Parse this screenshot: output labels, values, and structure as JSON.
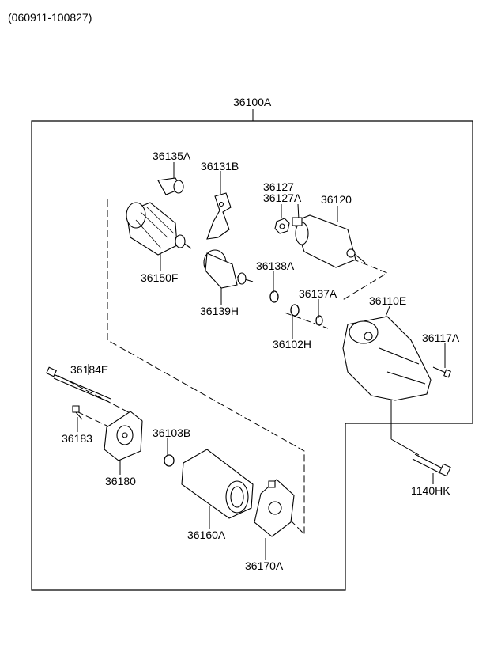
{
  "header": {
    "date_range": "(060911-100827)"
  },
  "assembly": {
    "label": "36100A"
  },
  "parts": [
    {
      "id": "p36135A",
      "label": "36135A"
    },
    {
      "id": "p36131B",
      "label": "36131B"
    },
    {
      "id": "p36127",
      "label": "36127"
    },
    {
      "id": "p36127A",
      "label": "36127A"
    },
    {
      "id": "p36120",
      "label": "36120"
    },
    {
      "id": "p36150F",
      "label": "36150F"
    },
    {
      "id": "p36138A",
      "label": "36138A"
    },
    {
      "id": "p36137A",
      "label": "36137A"
    },
    {
      "id": "p36110E",
      "label": "36110E"
    },
    {
      "id": "p36139H",
      "label": "36139H"
    },
    {
      "id": "p36102H",
      "label": "36102H"
    },
    {
      "id": "p36117A",
      "label": "36117A"
    },
    {
      "id": "p36184E",
      "label": "36184E"
    },
    {
      "id": "p36183",
      "label": "36183"
    },
    {
      "id": "p36103B",
      "label": "36103B"
    },
    {
      "id": "p36180",
      "label": "36180"
    },
    {
      "id": "p1140HK",
      "label": "1140HK"
    },
    {
      "id": "p36160A",
      "label": "36160A"
    },
    {
      "id": "p36170A",
      "label": "36170A"
    }
  ]
}
